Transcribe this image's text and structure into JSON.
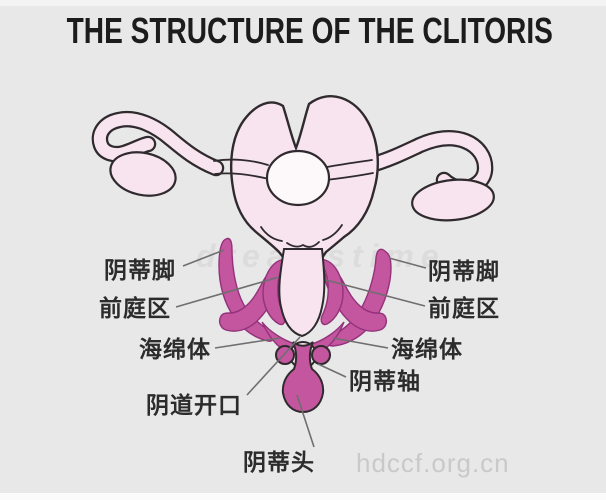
{
  "title": "THE STRUCTURE OF THE CLITORIS",
  "labels": {
    "left_crus": "阴蒂脚",
    "left_vestibule": "前庭区",
    "left_cavernosum": "海绵体",
    "vaginal_opening": "阴道开口",
    "glans": "阴蒂头",
    "right_crus": "阴蒂脚",
    "right_vestibule": "前庭区",
    "right_cavernosum": "海绵体",
    "shaft": "阴蒂轴"
  },
  "watermarks": {
    "site": "hdccf.org.cn",
    "stock": "dreamstime"
  },
  "colors": {
    "background": "#e9e8e8",
    "uterus-fill": "#f8e4ee",
    "cavity-fill": "#fdf8fa",
    "structure-fill": "#c3569e",
    "structure-stroke": "#93327b",
    "outline": "#2f2a2d",
    "leader": "#6f6f6f",
    "label": "#2c2c2c",
    "title": "#1c1c1c",
    "watermark": "#c9c9c9"
  }
}
